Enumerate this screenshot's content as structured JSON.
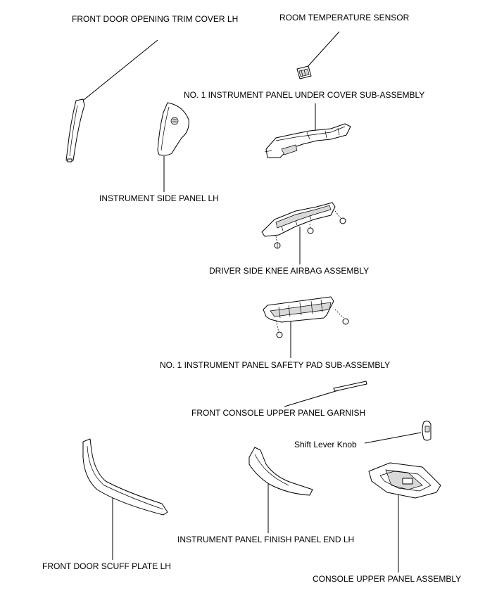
{
  "labels": {
    "front_door_opening_trim_cover_lh": "FRONT DOOR OPENING TRIM COVER LH",
    "room_temperature_sensor": "ROOM TEMPERATURE SENSOR",
    "no1_instrument_panel_under_cover": "NO. 1 INSTRUMENT PANEL UNDER COVER SUB-ASSEMBLY",
    "instrument_side_panel_lh": "INSTRUMENT SIDE PANEL LH",
    "driver_side_knee_airbag": "DRIVER SIDE KNEE AIRBAG ASSEMBLY",
    "no1_instrument_panel_safety_pad": "NO. 1 INSTRUMENT PANEL SAFETY PAD SUB-ASSEMBLY",
    "front_console_upper_panel_garnish": "FRONT CONSOLE UPPER PANEL GARNISH",
    "shift_lever_knob": "Shift Lever Knob",
    "instrument_panel_finish_panel_end_lh": "INSTRUMENT PANEL FINISH PANEL END LH",
    "front_door_scuff_plate_lh": "FRONT DOOR SCUFF PLATE LH",
    "console_upper_panel_assembly": "CONSOLE UPPER PANEL ASSEMBLY"
  }
}
